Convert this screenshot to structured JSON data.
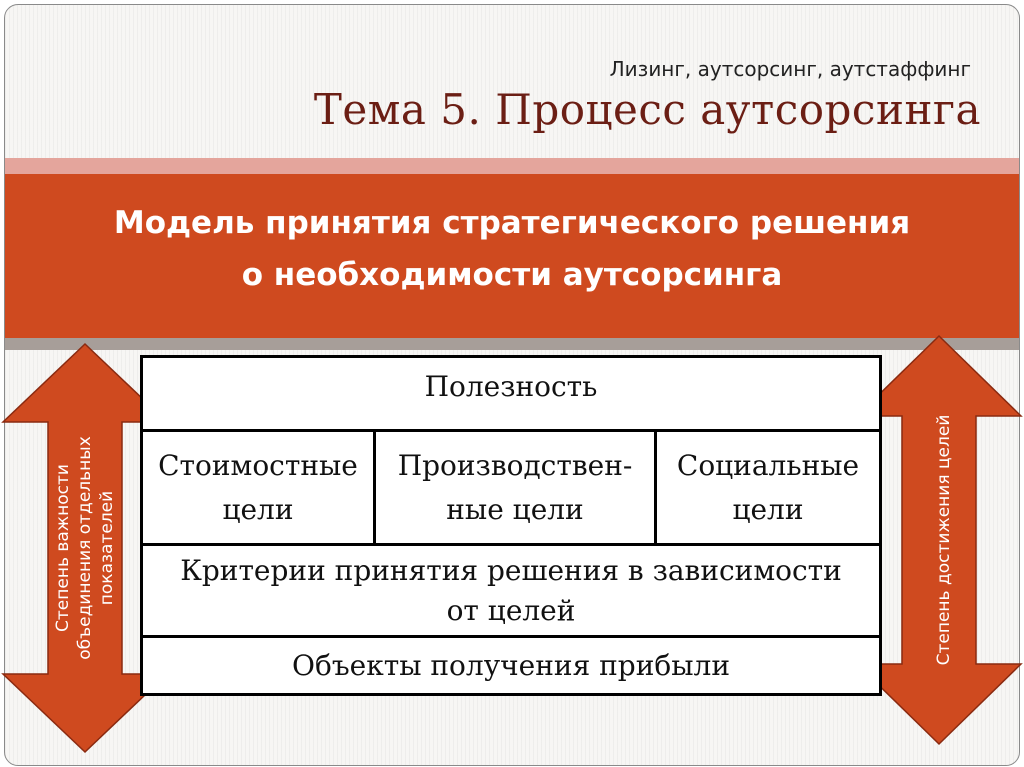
{
  "header": {
    "subtitle": "Лизинг, аутсорсинг, аутстаффинг",
    "title": "Тема 5. Процесс аутсорсинга"
  },
  "banner": {
    "line1": "Модель принятия стратегического решения",
    "line2": "о необходимости аутсорсинга"
  },
  "table": {
    "row1": "Полезность",
    "cells": [
      {
        "line1": "Стоимостные",
        "line2": "цели"
      },
      {
        "line1": "Производствен-",
        "line2": "ные цели"
      },
      {
        "line1": "Социальные",
        "line2": "цели"
      }
    ],
    "row3_line1": "Критерии принятия решения в зависимости",
    "row3_line2": "от целей",
    "row4": "Объекты получения прибыли"
  },
  "left_arrow": {
    "line1": "Степень важности",
    "line2": "объединения отдельных",
    "line3": "показателей"
  },
  "right_arrow": {
    "line1": "Степень достижения целей"
  },
  "colors": {
    "accent": "#cf4a1f",
    "title": "#6b1e14",
    "band_light": "#e4a59c",
    "band_gray": "#a79e99"
  }
}
